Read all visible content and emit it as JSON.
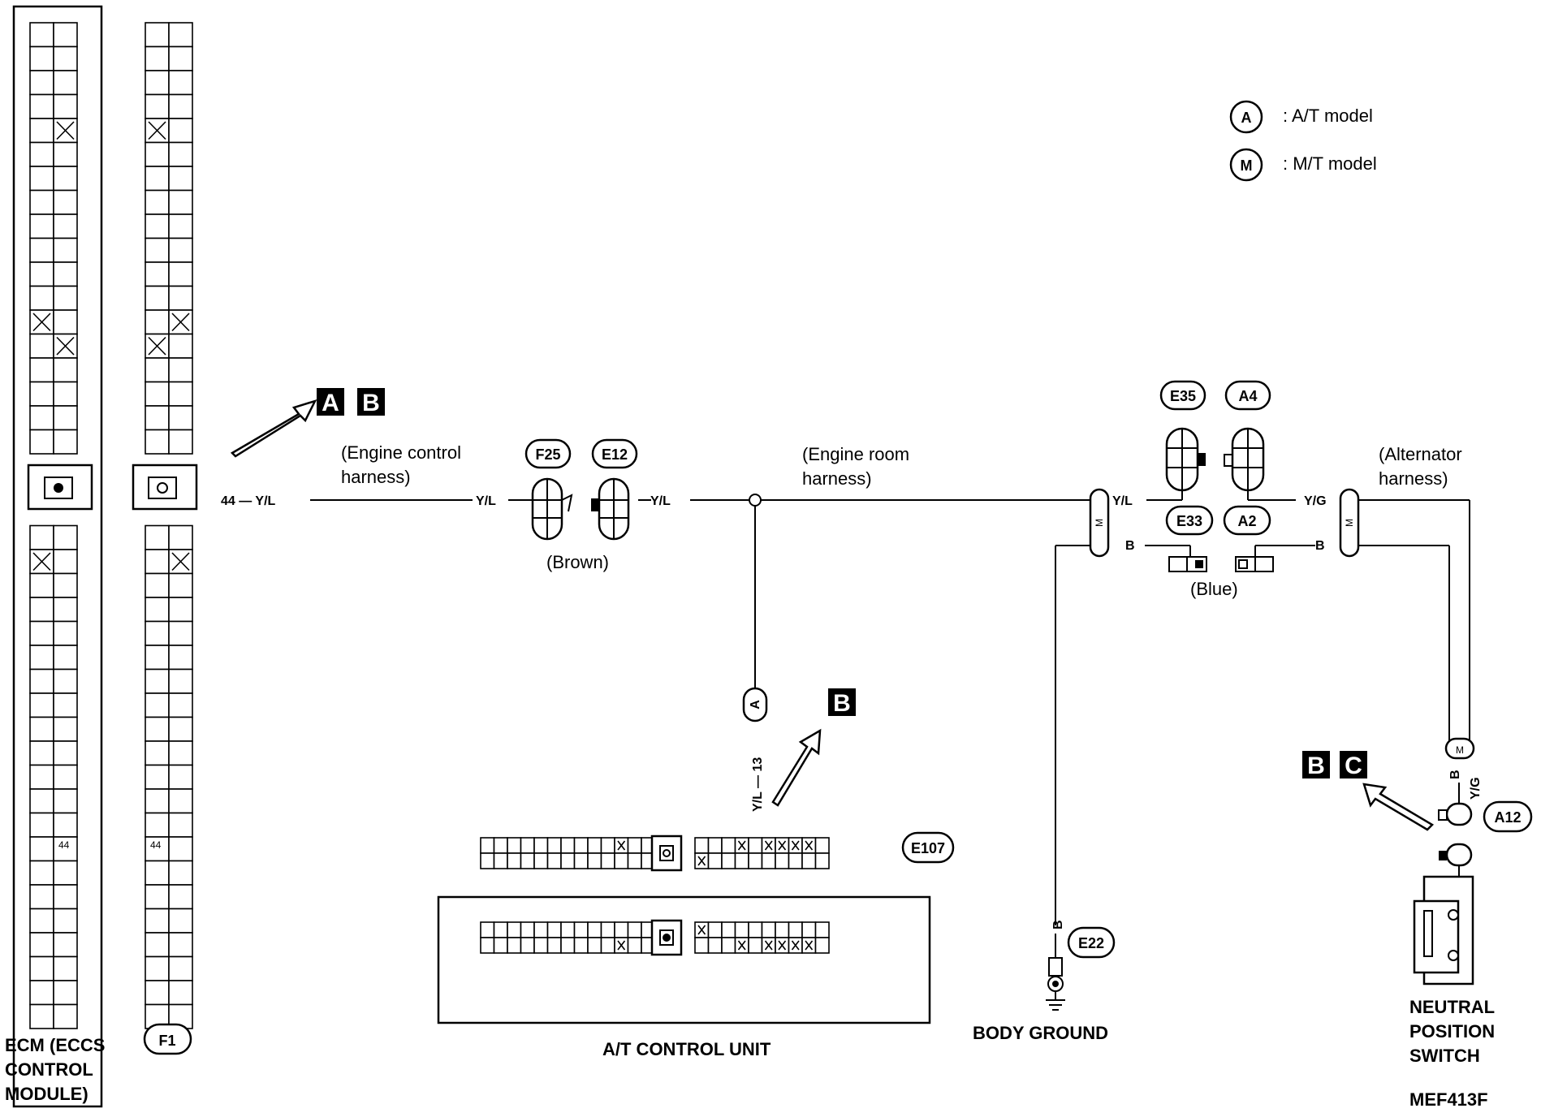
{
  "legend": {
    "items": [
      {
        "symbol": "A",
        "text": ": A/T model"
      },
      {
        "symbol": "M",
        "text": ": M/T model"
      }
    ]
  },
  "components": {
    "ecm": {
      "label_lines": [
        "ECM (ECCS",
        "CONTROL",
        "MODULE)"
      ],
      "pin": "44"
    },
    "f1": {
      "tag": "F1",
      "pin": "44"
    },
    "at_control_unit": {
      "label": "A/T CONTROL UNIT",
      "pin": "13",
      "connector_tag": "E107"
    },
    "body_ground": {
      "label": "BODY GROUND",
      "tag": "E22",
      "wire": "B"
    },
    "neutral_switch": {
      "label_lines": [
        "NEUTRAL",
        "POSITION",
        "SWITCH"
      ],
      "tag": "A12"
    }
  },
  "harness_labels": {
    "engine_control": [
      "(Engine control",
      "harness)"
    ],
    "engine_room": [
      "(Engine room",
      "harness)"
    ],
    "alternator": [
      "(Alternator",
      "harness)"
    ]
  },
  "connectors": {
    "f25": "F25",
    "e12": "E12",
    "brown": "(Brown)",
    "e35": "E35",
    "a4": "A4",
    "e33": "E33",
    "a2": "A2",
    "blue": "(Blue)"
  },
  "wires": {
    "ecm_out": "44 — Y/L",
    "yl": "Y/L",
    "yg": "Y/G",
    "b": "B",
    "at_branch": "Y/L — 13",
    "model_a": "A",
    "model_m": "M"
  },
  "badges": {
    "ab": [
      "A",
      "B"
    ],
    "b": [
      "B"
    ],
    "bc": [
      "B",
      "C"
    ]
  },
  "diagram_code": "MEF413F"
}
